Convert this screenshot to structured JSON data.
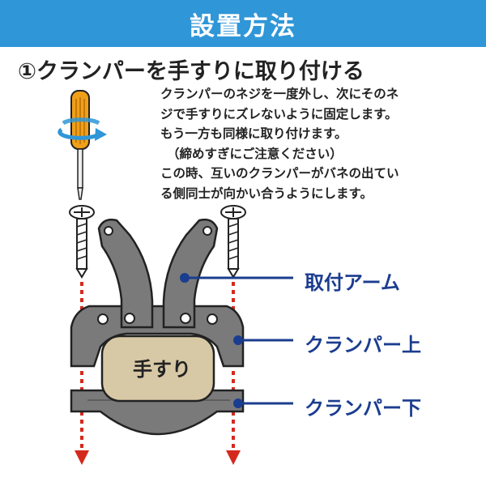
{
  "banner": {
    "title": "設置方法"
  },
  "step": {
    "title": "①クランパーを手すりに取り付ける"
  },
  "instructions": [
    "クランパーのネジを一度外し、次にそのネ",
    "ジで手すりにズレないように固定します。",
    "もう一方も同様に取り付けます。",
    "（締めすぎにご注意ください）",
    "この時、互いのクランパーがバネの出てい",
    "る側同士が向かい合うようにします。"
  ],
  "labels": {
    "arm": "取付アーム",
    "clamp_upper": "クランパー上",
    "clamp_lower": "クランパー下",
    "handrail": "手すり"
  },
  "colors": {
    "banner": "#2f96d8",
    "callout_text": "#1b3d8f",
    "clamp_fill": "#7a7a7a",
    "handrail_fill": "#d8c9a6",
    "arrow": "#d42a1e",
    "screwdriver_handle": "#f0a018",
    "rotation_arrow": "#2f96d8"
  },
  "icons": [
    "screwdriver-icon",
    "rotate-arrow-icon",
    "screw-icon",
    "down-arrow-icon"
  ]
}
